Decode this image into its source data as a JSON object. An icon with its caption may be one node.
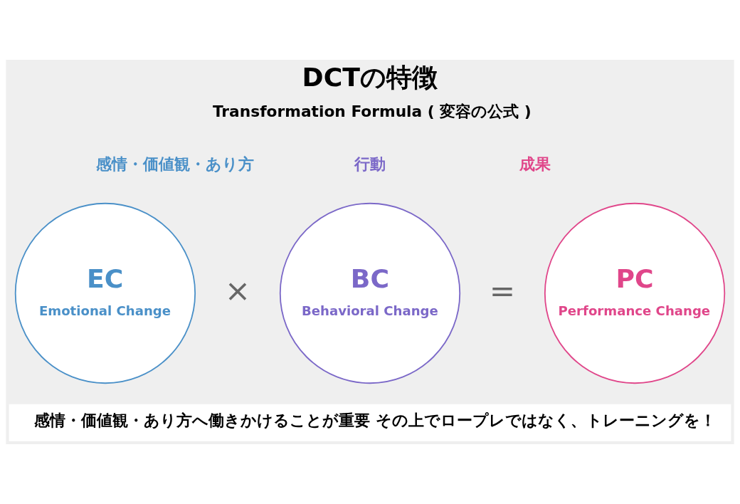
{
  "diagram": {
    "title": "DCTの特徴",
    "caption": "感情・価値観・あり方へ働きかけることが重要 その上でロープレではなく、トレーニングを！",
    "nodes": [
      {
        "text": [
          "EC",
          "Emotional Change"
        ],
        "beside": [
          "感情・価値観・あり方"
        ]
      },
      {
        "text": [
          "BC",
          "Behavioral Change"
        ],
        "beside": [
          "行動"
        ]
      },
      {
        "text": [
          "PC",
          "Performance Change"
        ],
        "beside": [
          "成果"
        ]
      }
    ],
    "labels": [
      "Transformation Formula ( 変容の公式 )",
      "×",
      "="
    ]
  }
}
